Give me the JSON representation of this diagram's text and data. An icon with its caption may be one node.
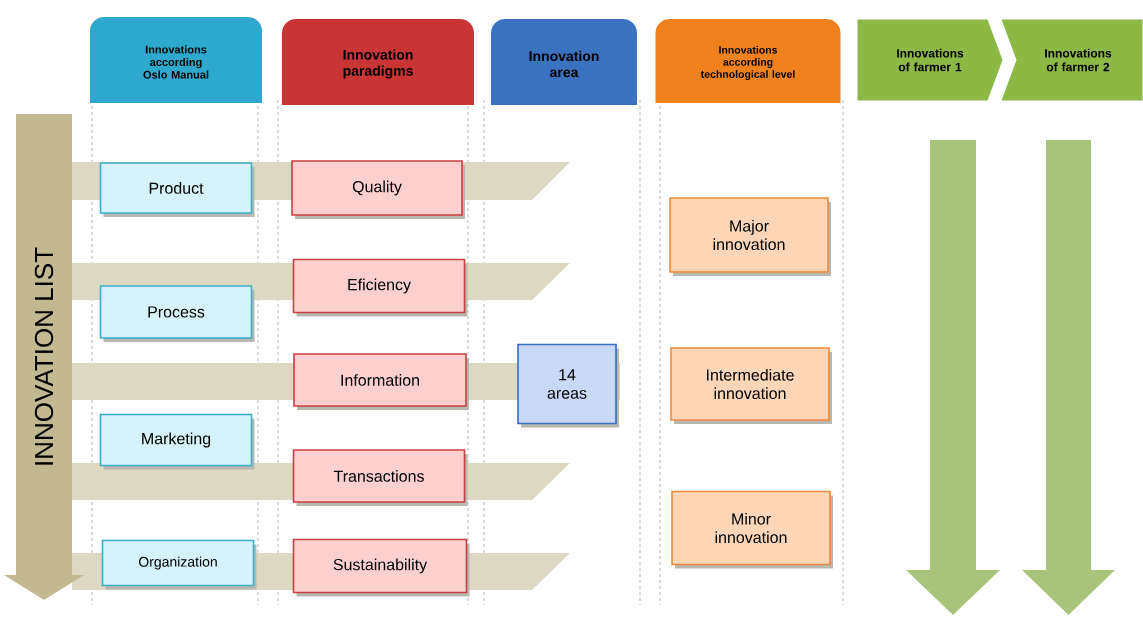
{
  "diagram": {
    "nodes": [
      {
        "text": [
          "Innovations according Oslo Manual"
        ]
      },
      {
        "text": [
          "Innovation paradigms"
        ]
      },
      {
        "text": [
          "Innovation area"
        ]
      },
      {
        "text": [
          "Innovations according technological level"
        ]
      },
      {
        "text": [
          "Innovations of farmer 1"
        ]
      },
      {
        "text": [
          "Innovations of farmer 2"
        ]
      },
      {
        "text": [
          "INNOVATION LIST"
        ]
      },
      {
        "text": [
          "Product"
        ]
      },
      {
        "text": [
          "Quality"
        ]
      },
      {
        "text": [
          "Major innovation"
        ]
      },
      {
        "text": [
          "Eficiency"
        ]
      },
      {
        "text": [
          "Process"
        ]
      },
      {
        "text": [
          "Information"
        ]
      },
      {
        "text": [
          "14 areas"
        ]
      },
      {
        "text": [
          "Intermediate innovation"
        ]
      },
      {
        "text": [
          "Marketing"
        ]
      },
      {
        "text": [
          "Transactions"
        ]
      },
      {
        "text": [
          "Minor innovation"
        ]
      },
      {
        "text": [
          "Organization"
        ]
      },
      {
        "text": [
          "Sustainability"
        ]
      },
      {
        "text": [],
        "shape": "band"
      },
      {
        "text": [],
        "shape": "band"
      },
      {
        "text": [],
        "shape": "band"
      },
      {
        "text": [],
        "shape": "band"
      },
      {
        "text": [],
        "shape": "band"
      }
    ]
  }
}
